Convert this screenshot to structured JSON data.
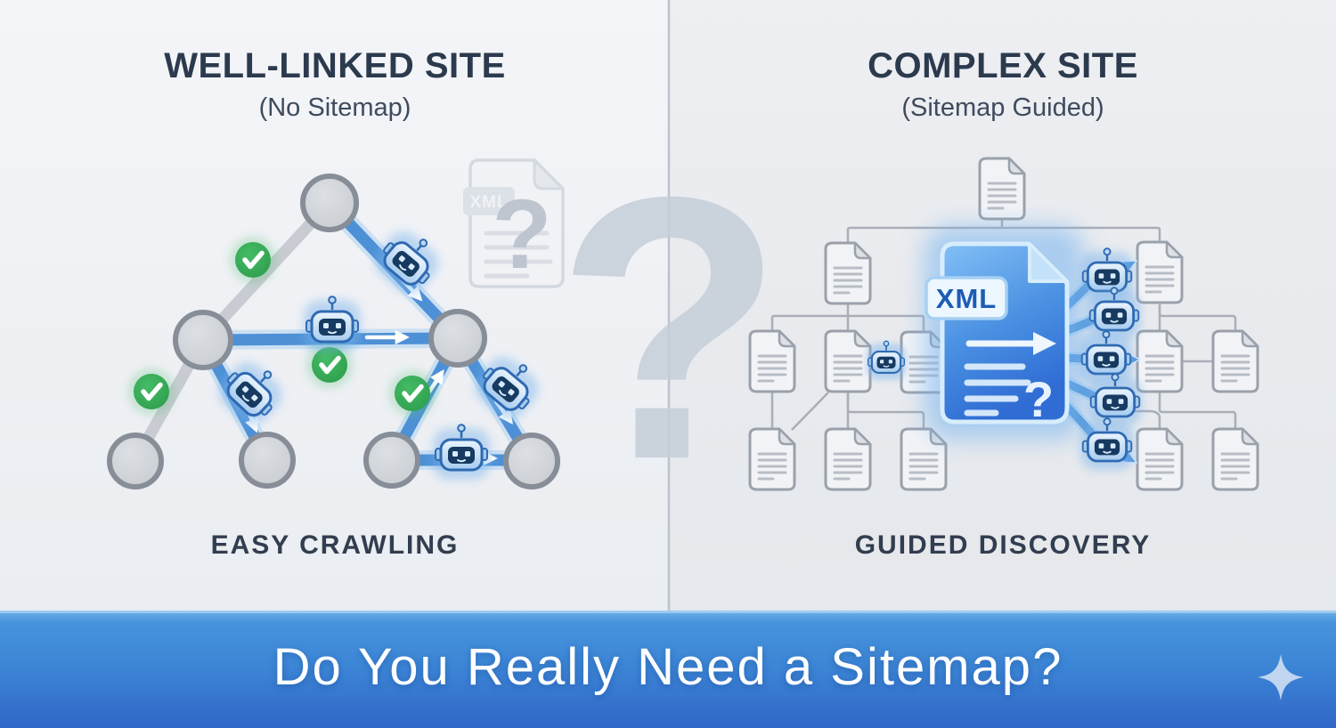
{
  "left_panel": {
    "title": "WELL-LINKED SITE",
    "subtitle": "(No Sitemap)",
    "caption": "EASY CRAWLING",
    "ghost_sitemap": {
      "label": "XML",
      "question_mark": "?"
    },
    "graph": {
      "page_nodes": 7,
      "crawler_bots": 5,
      "checkmarks": 4
    }
  },
  "right_panel": {
    "title": "COMPLEX SITE",
    "subtitle": "(Sitemap Guided)",
    "caption": "GUIDED DISCOVERY",
    "sitemap_doc": {
      "label": "XML",
      "question_mark": "?"
    },
    "tree": {
      "documents": 13,
      "crawler_bots": 6
    }
  },
  "center": {
    "question_mark": "?"
  },
  "banner": {
    "title": "Do You Really Need a Sitemap?"
  },
  "colors": {
    "accent_blue": "#3c85d6",
    "crawl_blue": "#4e93d8",
    "check_green": "#36a956",
    "heading_slate": "#2c3a4e",
    "banner_top": "#5aa3e2",
    "banner_bottom": "#3067c8",
    "left_bg": "#f0f2f5",
    "right_bg": "#e9ebef"
  },
  "icons": [
    "robot-crawler-icon",
    "checkmark-icon",
    "document-icon",
    "xml-sitemap-icon",
    "ghost-sitemap-icon",
    "question-mark",
    "sparkle-icon"
  ]
}
